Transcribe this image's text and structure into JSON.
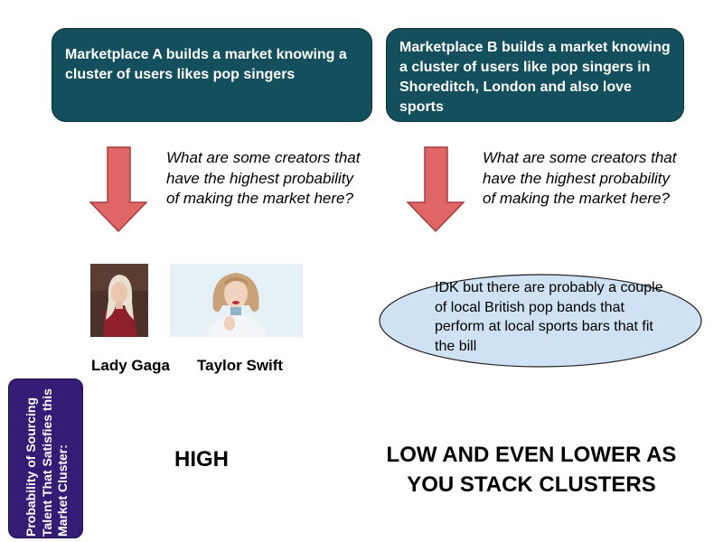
{
  "marketplace_a": {
    "description": "Marketplace A builds a market knowing a cluster of users likes pop singers",
    "question": "What are some creators that have the highest probability of making the market here?",
    "creators": [
      "Lady Gaga",
      "Taylor Swift"
    ],
    "result": "HIGH"
  },
  "marketplace_b": {
    "description": "Marketplace B builds a market knowing a cluster of users like pop singers in Shoreditch, London and also love sports",
    "question": "What are some creators that have the highest probability of making the market here?",
    "answer": "IDK but there are probably a couple of local British pop bands that perform at local sports bars that fit the bill",
    "result": "LOW AND EVEN LOWER AS YOU STACK CLUSTERS"
  },
  "side_label": "Probability of Sourcing Talent That Satisfies this Market Cluster:",
  "colors": {
    "teal_box": "#134f5c",
    "arrow_fill": "#e06666",
    "ellipse_fill": "#cfe2f3",
    "purple_label": "#351c75"
  }
}
